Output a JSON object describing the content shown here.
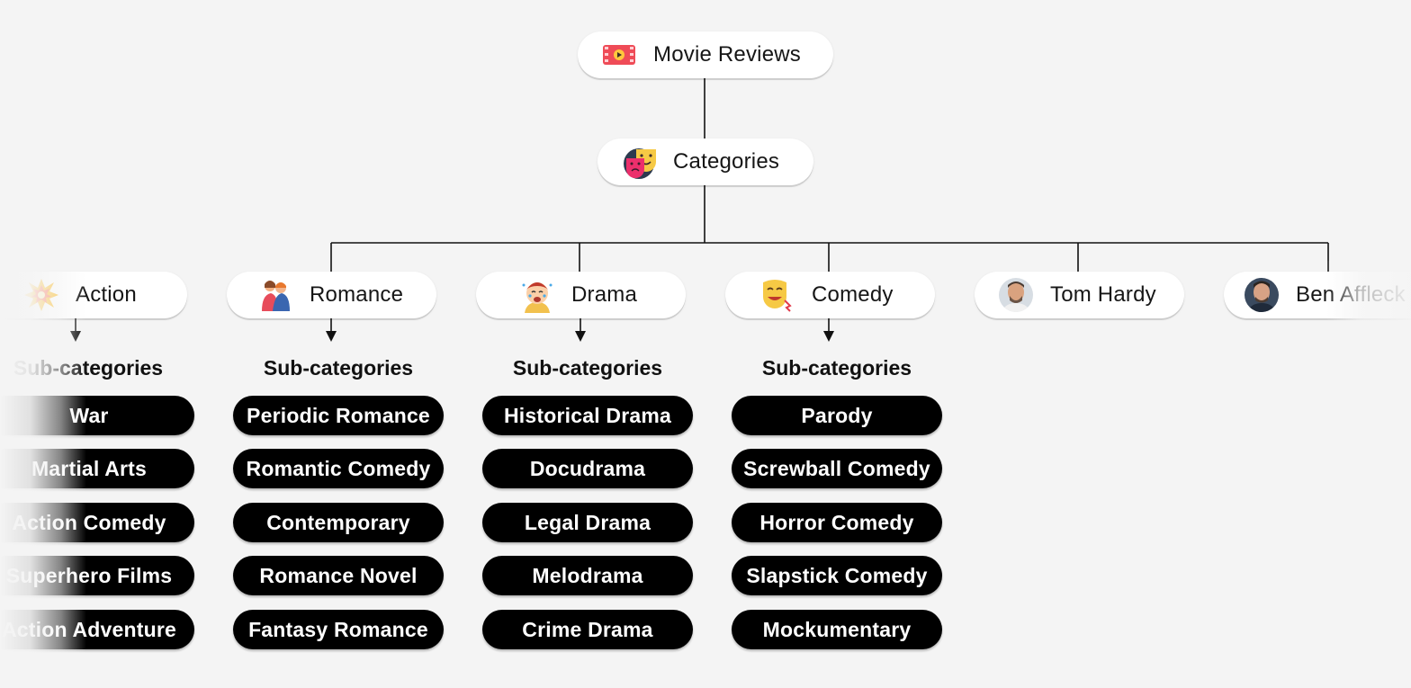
{
  "root": {
    "label": "Movie Reviews",
    "icon": "film-strip-play-icon"
  },
  "categories_node": {
    "label": "Categories",
    "icon": "theater-masks-icon"
  },
  "category_nodes": [
    {
      "label": "Action",
      "icon": "explosion-icon"
    },
    {
      "label": "Romance",
      "icon": "couple-hug-icon"
    },
    {
      "label": "Drama",
      "icon": "crying-face-icon"
    },
    {
      "label": "Comedy",
      "icon": "comedy-mask-icon"
    },
    {
      "label": "Tom Hardy",
      "icon": "avatar-icon"
    },
    {
      "label": "Ben Affleck",
      "icon": "avatar-icon"
    }
  ],
  "subcategory_heading": "Sub-categories",
  "subcategory_groups": [
    {
      "parent": "Action",
      "items": [
        "War",
        "Martial Arts",
        "Action Comedy",
        "Superhero Films",
        "Action Adventure"
      ]
    },
    {
      "parent": "Romance",
      "items": [
        "Periodic Romance",
        "Romantic Comedy",
        "Contemporary",
        "Romance Novel",
        "Fantasy Romance"
      ]
    },
    {
      "parent": "Drama",
      "items": [
        "Historical Drama",
        "Docudrama",
        "Legal Drama",
        "Melodrama",
        "Crime Drama"
      ]
    },
    {
      "parent": "Comedy",
      "items": [
        "Parody",
        "Screwball Comedy",
        "Horror Comedy",
        "Slapstick Comedy",
        "Mockumentary"
      ]
    }
  ],
  "colors": {
    "background": "#f4f4f4",
    "node_bg": "#ffffff",
    "pill_bg": "#000000",
    "pill_text": "#ffffff",
    "connector": "#111111"
  }
}
